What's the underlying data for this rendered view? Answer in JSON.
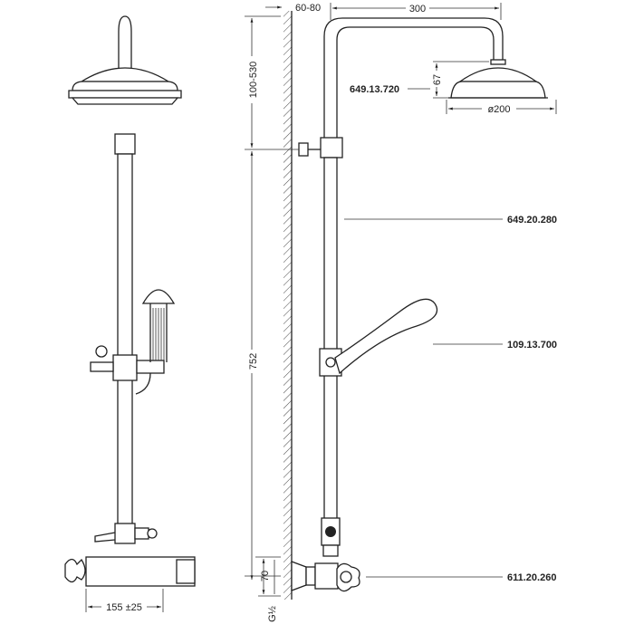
{
  "dimensions": {
    "wall_offset": "60-80",
    "arm_length": "300",
    "height_range": "100-530",
    "head_height": "67",
    "head_diameter": "ø200",
    "total_height": "752",
    "inlet_height": "70",
    "thread": "G½",
    "inlet_spacing": "155 ±25"
  },
  "part_numbers": {
    "shower_head": "649.13.720",
    "riser_pipe": "649.20.280",
    "hand_shower": "109.13.700",
    "mixer": "611.20.260"
  }
}
